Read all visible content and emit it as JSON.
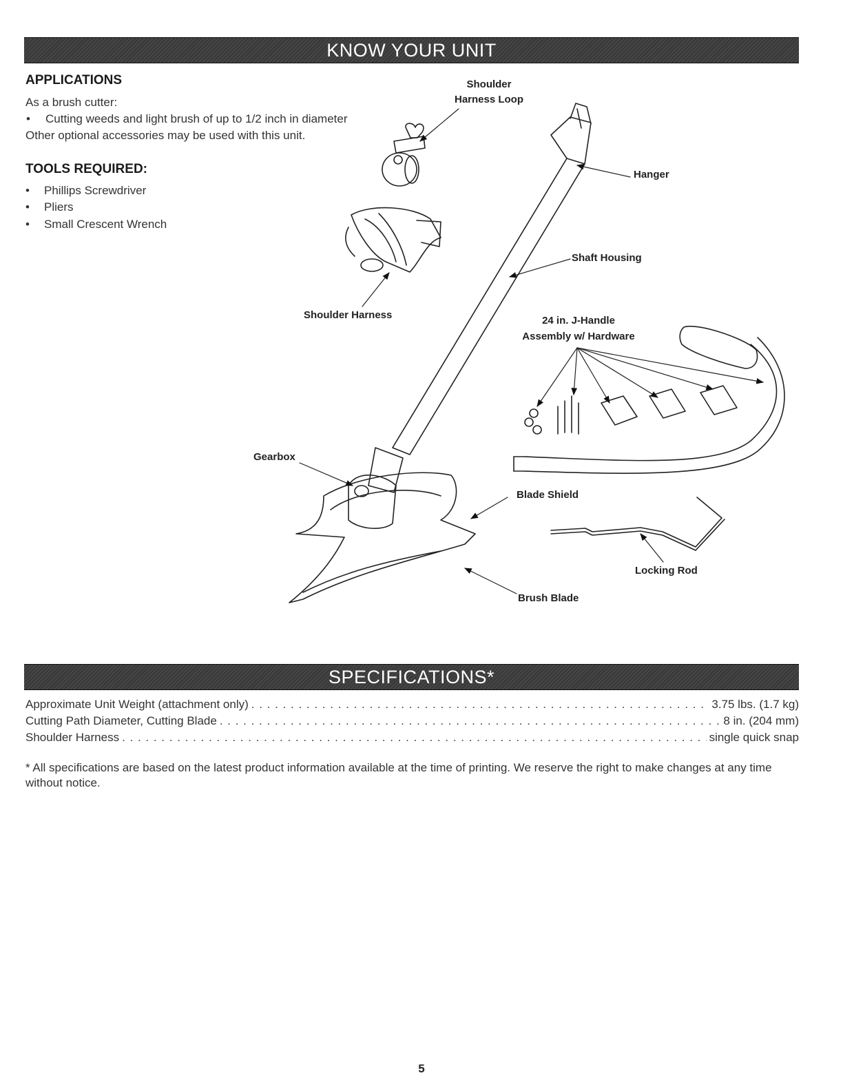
{
  "banners": {
    "know_your_unit": "KNOW YOUR UNIT",
    "specifications": "SPECIFICATIONS*"
  },
  "applications": {
    "heading": "APPLICATIONS",
    "intro": "As a brush cutter:",
    "bullet": "Cutting weeds and light brush of up to 1/2 inch in diameter",
    "note": "Other optional accessories may be used with this unit."
  },
  "tools": {
    "heading": "TOOLS REQUIRED:",
    "items": [
      "Phillips Screwdriver",
      "Pliers",
      "Small Crescent Wrench"
    ]
  },
  "diagram_labels": {
    "shoulder_harness_loop_1": "Shoulder",
    "shoulder_harness_loop_2": "Harness Loop",
    "hanger": "Hanger",
    "shaft_housing": "Shaft Housing",
    "shoulder_harness": "Shoulder Harness",
    "j_handle_1": "24 in. J-Handle",
    "j_handle_2": "Assembly w/ Hardware",
    "gearbox": "Gearbox",
    "blade_shield": "Blade Shield",
    "locking_rod": "Locking Rod",
    "brush_blade": "Brush Blade"
  },
  "specs": [
    {
      "label": "Approximate Unit Weight (attachment only)",
      "value": "3.75 lbs. (1.7 kg)"
    },
    {
      "label": "Cutting Path Diameter, Cutting Blade",
      "value": "8 in. (204 mm)"
    },
    {
      "label": "Shoulder Harness",
      "value": "single quick snap"
    }
  ],
  "footnote": "* All specifications are based on the latest product information available at the time of printing. We reserve the right to make changes at any time without notice.",
  "page_number": "5"
}
